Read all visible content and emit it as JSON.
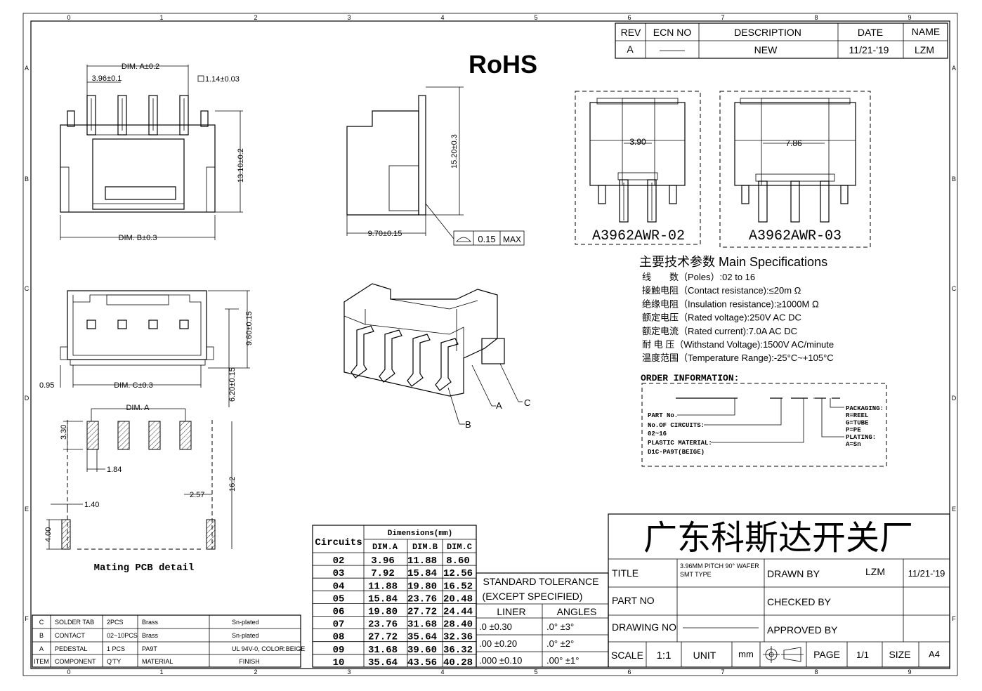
{
  "border": {
    "cols": [
      "0",
      "1",
      "2",
      "3",
      "4",
      "5",
      "6",
      "7",
      "8",
      "9"
    ],
    "rows": [
      "A",
      "B",
      "C",
      "D",
      "E",
      "F"
    ]
  },
  "revision": {
    "headers": [
      "REV",
      "ECN NO",
      "DESCRIPTION",
      "DATE",
      "NAME"
    ],
    "row": [
      "A",
      "———",
      "NEW",
      "11/21-'19",
      "LZM"
    ]
  },
  "rohs": "RoHS",
  "top_view": {
    "dim_a": "DIM. A±0.2",
    "pitch": "3.96±0.1",
    "pin_sq": "1.14±0.03",
    "height": "13.10±0.2",
    "dim_b": "DIM. B±0.3"
  },
  "side_view": {
    "height": "15.20±0.3",
    "depth": "9.70±0.15",
    "flatness": "0.15",
    "flatness_max": "MAX"
  },
  "variants": [
    {
      "dim": "3.90",
      "name": "A3962AWR-02"
    },
    {
      "dim": "7.86",
      "name": "A3962AWR-03"
    }
  ],
  "front_view": {
    "left": "0.95",
    "dim_c": "DIM. C±0.3",
    "h1": "9.60±0.15",
    "h2": "6.20±0.15"
  },
  "iso_labels": [
    "A",
    "B",
    "C"
  ],
  "pcb": {
    "dim_a": "DIM. A",
    "d330": "3.30",
    "d184": "1.84",
    "d162": "16.2",
    "d257": "2.57",
    "d140": "1.40",
    "d400": "4.00",
    "caption": "Mating PCB detail"
  },
  "specs": {
    "title": "主要技术参数 Main Specifications",
    "items": [
      "线　　数（Poles）:02 to 16",
      "接触电阻（Contact resistance):≤20m Ω",
      "绝缘电阻（Insulation resistance):≥1000M Ω",
      "额定电压（Rated voltage):250V AC DC",
      "额定电流（Rated current):7.0A AC DC",
      "耐 电 压（Withstand Voltage):1500V AC/minute",
      "温度范围（Temperature Range):-25°C~+105°C"
    ]
  },
  "order": {
    "title": "ORDER INFORMATION:",
    "left": [
      "PART No.",
      "No.OF CIRCUITS:",
      "02~16",
      "PLASTIC MATERIAL:",
      "D1C-PA9T(BEIGE)"
    ],
    "right": [
      "PACKAGING:",
      "R=REEL",
      "G=TUBE",
      "P=PE",
      "PLATING:",
      "A=Sn"
    ]
  },
  "dim_table": {
    "circuits_header": "Circuits",
    "group_header": "Dimensions(mm)",
    "cols": [
      "DIM.A",
      "DIM.B",
      "DIM.C"
    ],
    "rows": [
      [
        "02",
        "3.96",
        "11.88",
        "8.60"
      ],
      [
        "03",
        "7.92",
        "15.84",
        "12.56"
      ],
      [
        "04",
        "11.88",
        "19.80",
        "16.52"
      ],
      [
        "05",
        "15.84",
        "23.76",
        "20.48"
      ],
      [
        "06",
        "19.80",
        "27.72",
        "24.44"
      ],
      [
        "07",
        "23.76",
        "31.68",
        "28.40"
      ],
      [
        "08",
        "27.72",
        "35.64",
        "32.36"
      ],
      [
        "09",
        "31.68",
        "39.60",
        "36.32"
      ],
      [
        "10",
        "35.64",
        "43.56",
        "40.28"
      ]
    ]
  },
  "tolerance": {
    "title1": "STANDARD TOLERANCE",
    "title2": "(EXCEPT  SPECIFIED)",
    "liner": "LINER",
    "angles": "ANGLES",
    "rows": [
      [
        ".0  ±0.30",
        ".0°  ±3°"
      ],
      [
        ".00  ±0.20",
        ".0°  ±2°"
      ],
      [
        ".000 ±0.10",
        ".00° ±1°"
      ]
    ]
  },
  "bom": {
    "header": [
      "ITEM",
      "COMPONENT",
      "Q'TY",
      "MATERIAL",
      "FINISH"
    ],
    "rows": [
      [
        "C",
        "SOLDER TAB",
        "2PCS",
        "Brass",
        "Sn-plated"
      ],
      [
        "B",
        "CONTACT",
        "02~10PCS",
        "Brass",
        "Sn-plated"
      ],
      [
        "A",
        "PEDESTAL",
        "1 PCS",
        "PA9T",
        "UL 94V-0, COLOR:BEIGE"
      ]
    ]
  },
  "title_block": {
    "company": "广东科斯达开关厂",
    "title_label": "TITLE",
    "title_value_1": "3.96MM PITCH 90° WAFER",
    "title_value_2": "SMT TYPE",
    "drawn_by_label": "DRAWN BY",
    "drawn_by": "LZM",
    "drawn_date": "11/21-'19",
    "part_no_label": "PART NO",
    "checked_by_label": "CHECKED BY",
    "drawing_no_label": "DRAWING NO",
    "approved_by_label": "APPROVED BY",
    "scale_label": "SCALE",
    "scale": "1:1",
    "unit_label": "UNIT",
    "unit": "mm",
    "page_label": "PAGE",
    "page": "1/1",
    "size_label": "SIZE",
    "size": "A4"
  }
}
